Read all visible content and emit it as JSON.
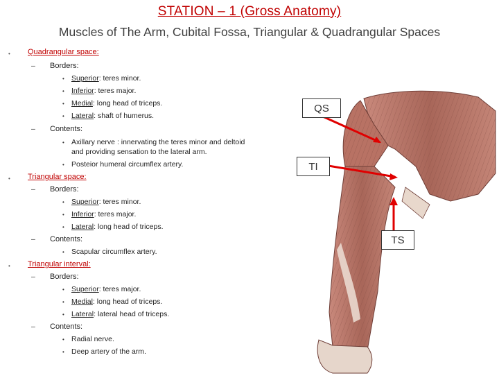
{
  "title": "STATION – 1 (Gross Anatomy)",
  "subtitle": "Muscles of The Arm, Cubital Fossa, Triangular & Quadrangular Spaces",
  "bullet_char": "•",
  "dash_char": "–",
  "sections": [
    {
      "heading": "Quadrangular space:",
      "borders_label": "Borders:",
      "borders": [
        {
          "term": "Superior",
          "rest": ": teres minor."
        },
        {
          "term": "Inferior",
          "rest": ": teres major."
        },
        {
          "term": "Medial",
          "rest": ": long head of triceps."
        },
        {
          "term": "Lateral",
          "rest": ": shaft of humerus."
        }
      ],
      "contents_label": "Contents:",
      "contents": [
        "Axillary nerve : innervating the teres minor and deltoid",
        "and providing sensation to the lateral arm.",
        "Posteior humeral circumflex artery."
      ]
    },
    {
      "heading": "Triangular space:",
      "borders_label": "Borders:",
      "borders": [
        {
          "term": "Superior",
          "rest": ": teres minor."
        },
        {
          "term": "Inferior",
          "rest": ": teres major."
        },
        {
          "term": "Lateral",
          "rest": ": long head of triceps."
        }
      ],
      "contents_label": "Contents:",
      "contents": [
        "Scapular circumflex artery."
      ]
    },
    {
      "heading": "Triangular interval:",
      "borders_label": "Borders:",
      "borders": [
        {
          "term": "Superior",
          "rest": ": teres major."
        },
        {
          "term": "Medial",
          "rest": ": long head of triceps."
        },
        {
          "term": "Lateral",
          "rest": ": lateral head of triceps."
        }
      ],
      "contents_label": "Contents:",
      "contents": [
        "Radial nerve.",
        "Deep artery of the arm."
      ]
    }
  ],
  "figure": {
    "labels": {
      "qs": "QS",
      "ti": "TI",
      "ts": "TS"
    },
    "arrow_color": "#e00000",
    "muscle_color": "#b9766a"
  }
}
